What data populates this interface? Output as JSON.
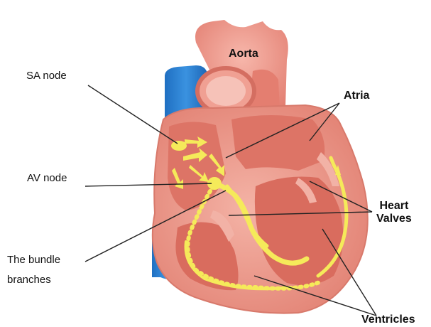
{
  "labels": {
    "sa_node": "SA node",
    "av_node": "AV node",
    "bundle_line1": "The bundle",
    "bundle_line2": "branches",
    "aorta": "Aorta",
    "atria": "Atria",
    "valves_line1": "Heart",
    "valves_line2": "Valves",
    "ventricles": "Ventricles"
  },
  "colors": {
    "vein_blue": "#2f86d6",
    "heart_outer": "#e8857a",
    "heart_inner": "#f2a79b",
    "chamber": "#d66b5c",
    "conduction_yellow": "#f5ea5a",
    "leader_line": "#222222"
  }
}
